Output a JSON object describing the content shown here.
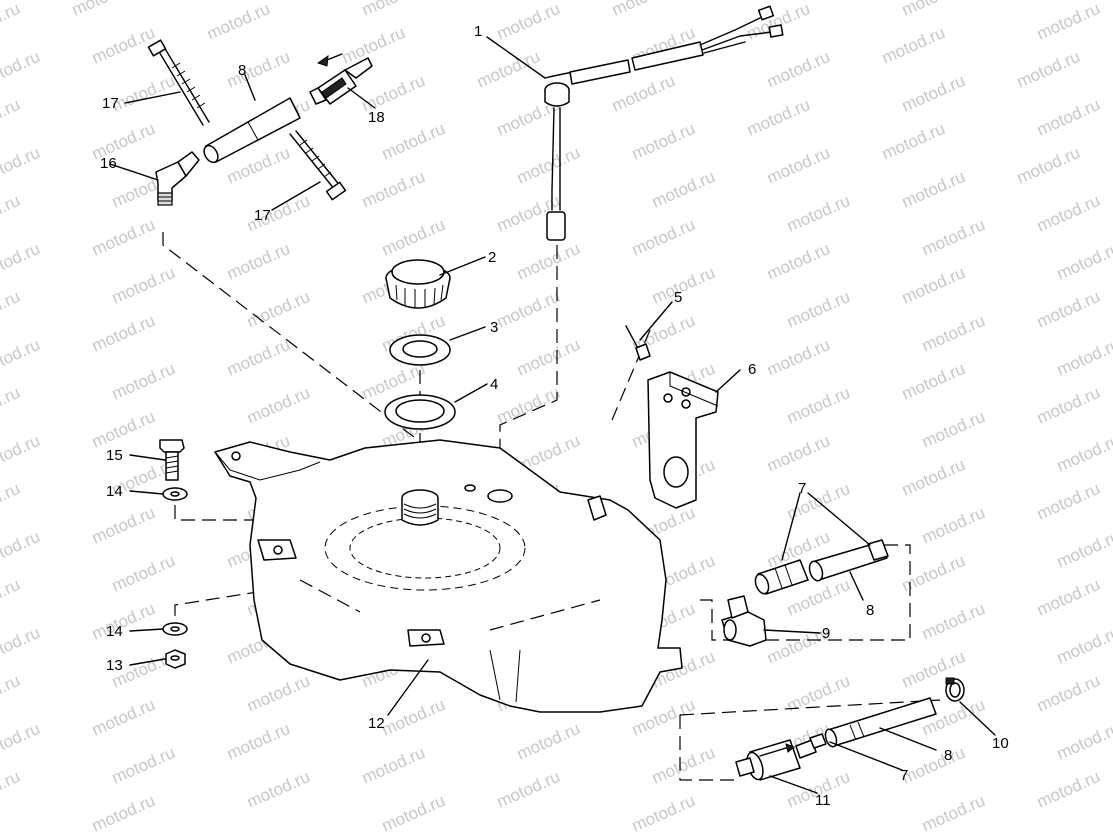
{
  "watermark": "motod.ru",
  "callouts": {
    "c1": "1",
    "c2": "2",
    "c3": "3",
    "c4": "4",
    "c5": "5",
    "c6": "6",
    "c7a": "7",
    "c7b": "7",
    "c8a": "8",
    "c8b": "8",
    "c8c": "8",
    "c9": "9",
    "c10": "10",
    "c11": "11",
    "c12": "12",
    "c13": "13",
    "c14a": "14",
    "c14b": "14",
    "c15": "15",
    "c16": "16",
    "c17a": "17",
    "c17b": "17",
    "c18": "18"
  }
}
